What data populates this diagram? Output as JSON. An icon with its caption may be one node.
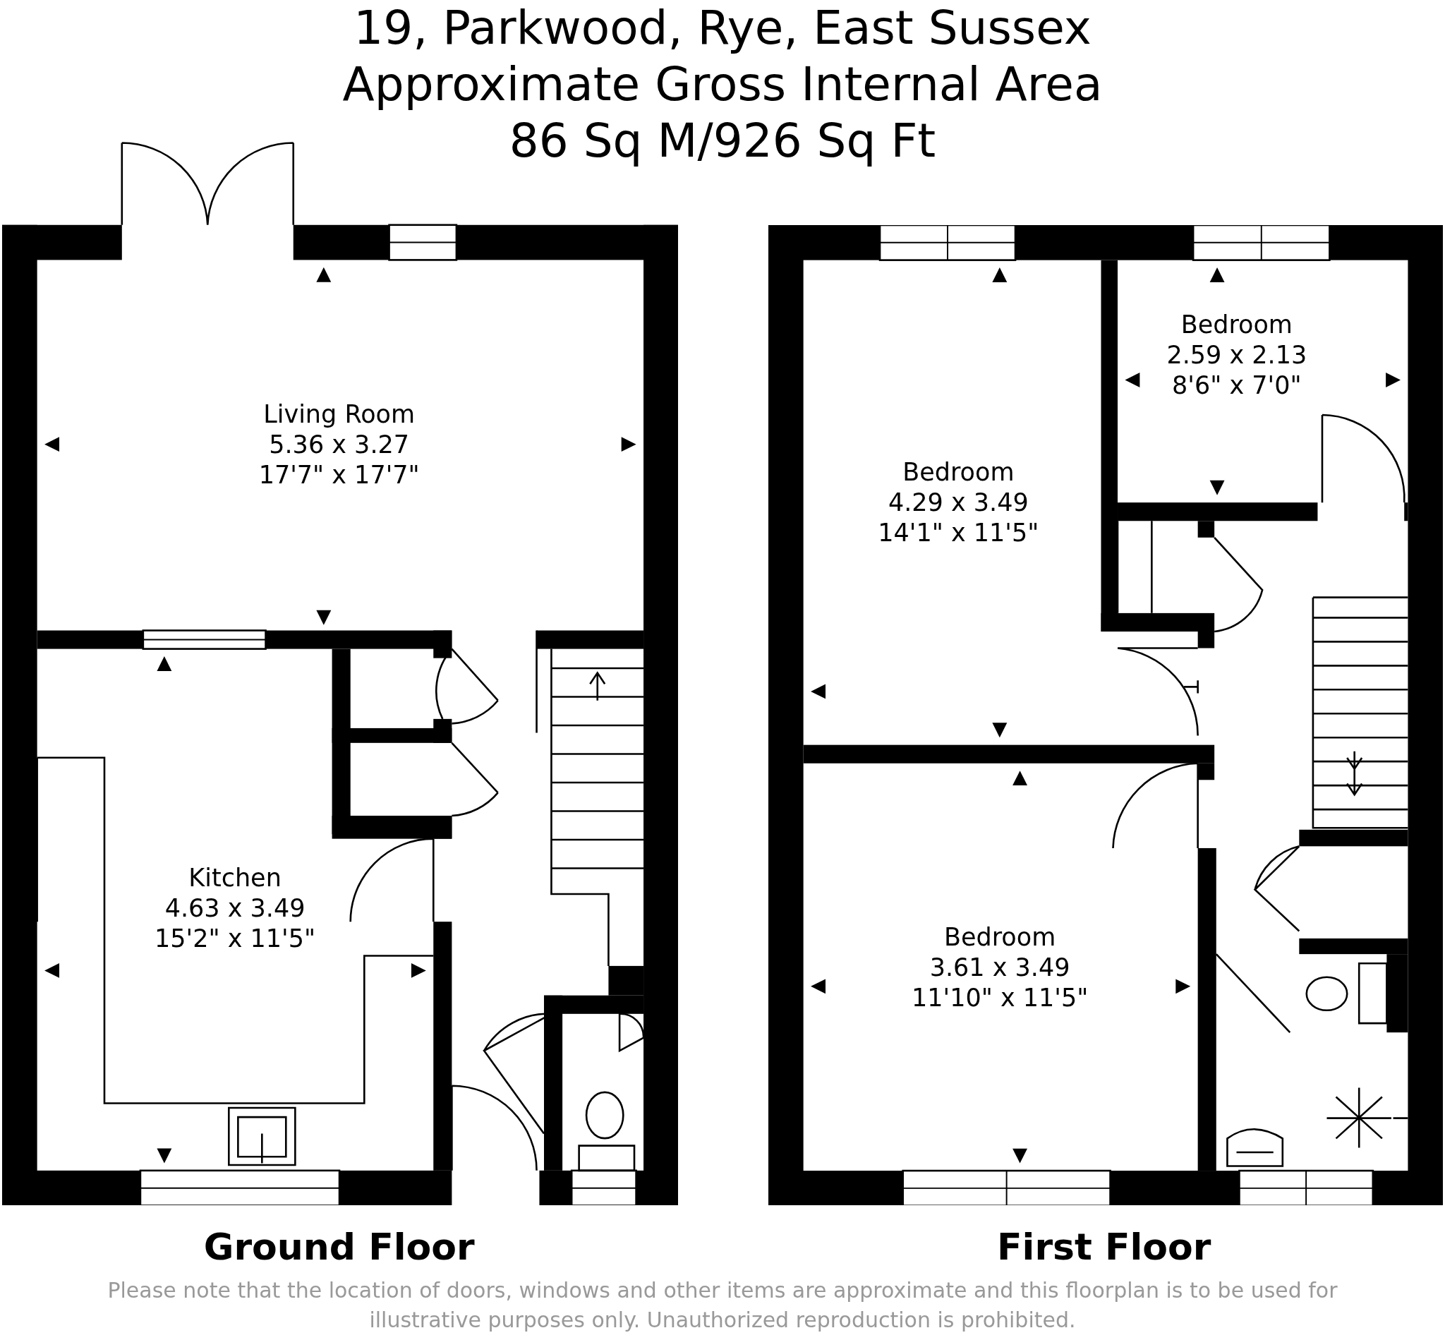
{
  "diagram": {
    "title": "19, Parkwood, Rye, East Sussex Approximate Gross Internal Area 86 Sq M/926 Sq Ft",
    "nodes": [
      {
        "text": [
          "Ground Floor"
        ]
      },
      {
        "text": [
          "Living Room",
          "5.36 x 3.27",
          "17'7\" x 17'7\""
        ],
        "in": 0
      },
      {
        "text": [
          "Kitchen",
          "4.63 x 3.49",
          "15'2\" x 11'5\""
        ],
        "in": 0
      },
      {
        "text": [
          "First Floor"
        ]
      },
      {
        "text": [
          "Bedroom",
          "4.29 x 3.49",
          "14'1\" x 11'5\""
        ],
        "in": 3
      },
      {
        "text": [
          "Bedroom",
          "2.59 x 2.13",
          "8'6\" x 7'0\""
        ],
        "in": 3
      },
      {
        "text": [
          "Bedroom",
          "3.61 x 3.49",
          "11'10\" x 11'5\""
        ],
        "in": 3
      }
    ],
    "edges": [],
    "labels": [
      "Please note that the location of doors, windows and other items are approximate and this floorplan is to be used for illustrative purposes only. Unauthorized reproduction is prohibited."
    ]
  }
}
